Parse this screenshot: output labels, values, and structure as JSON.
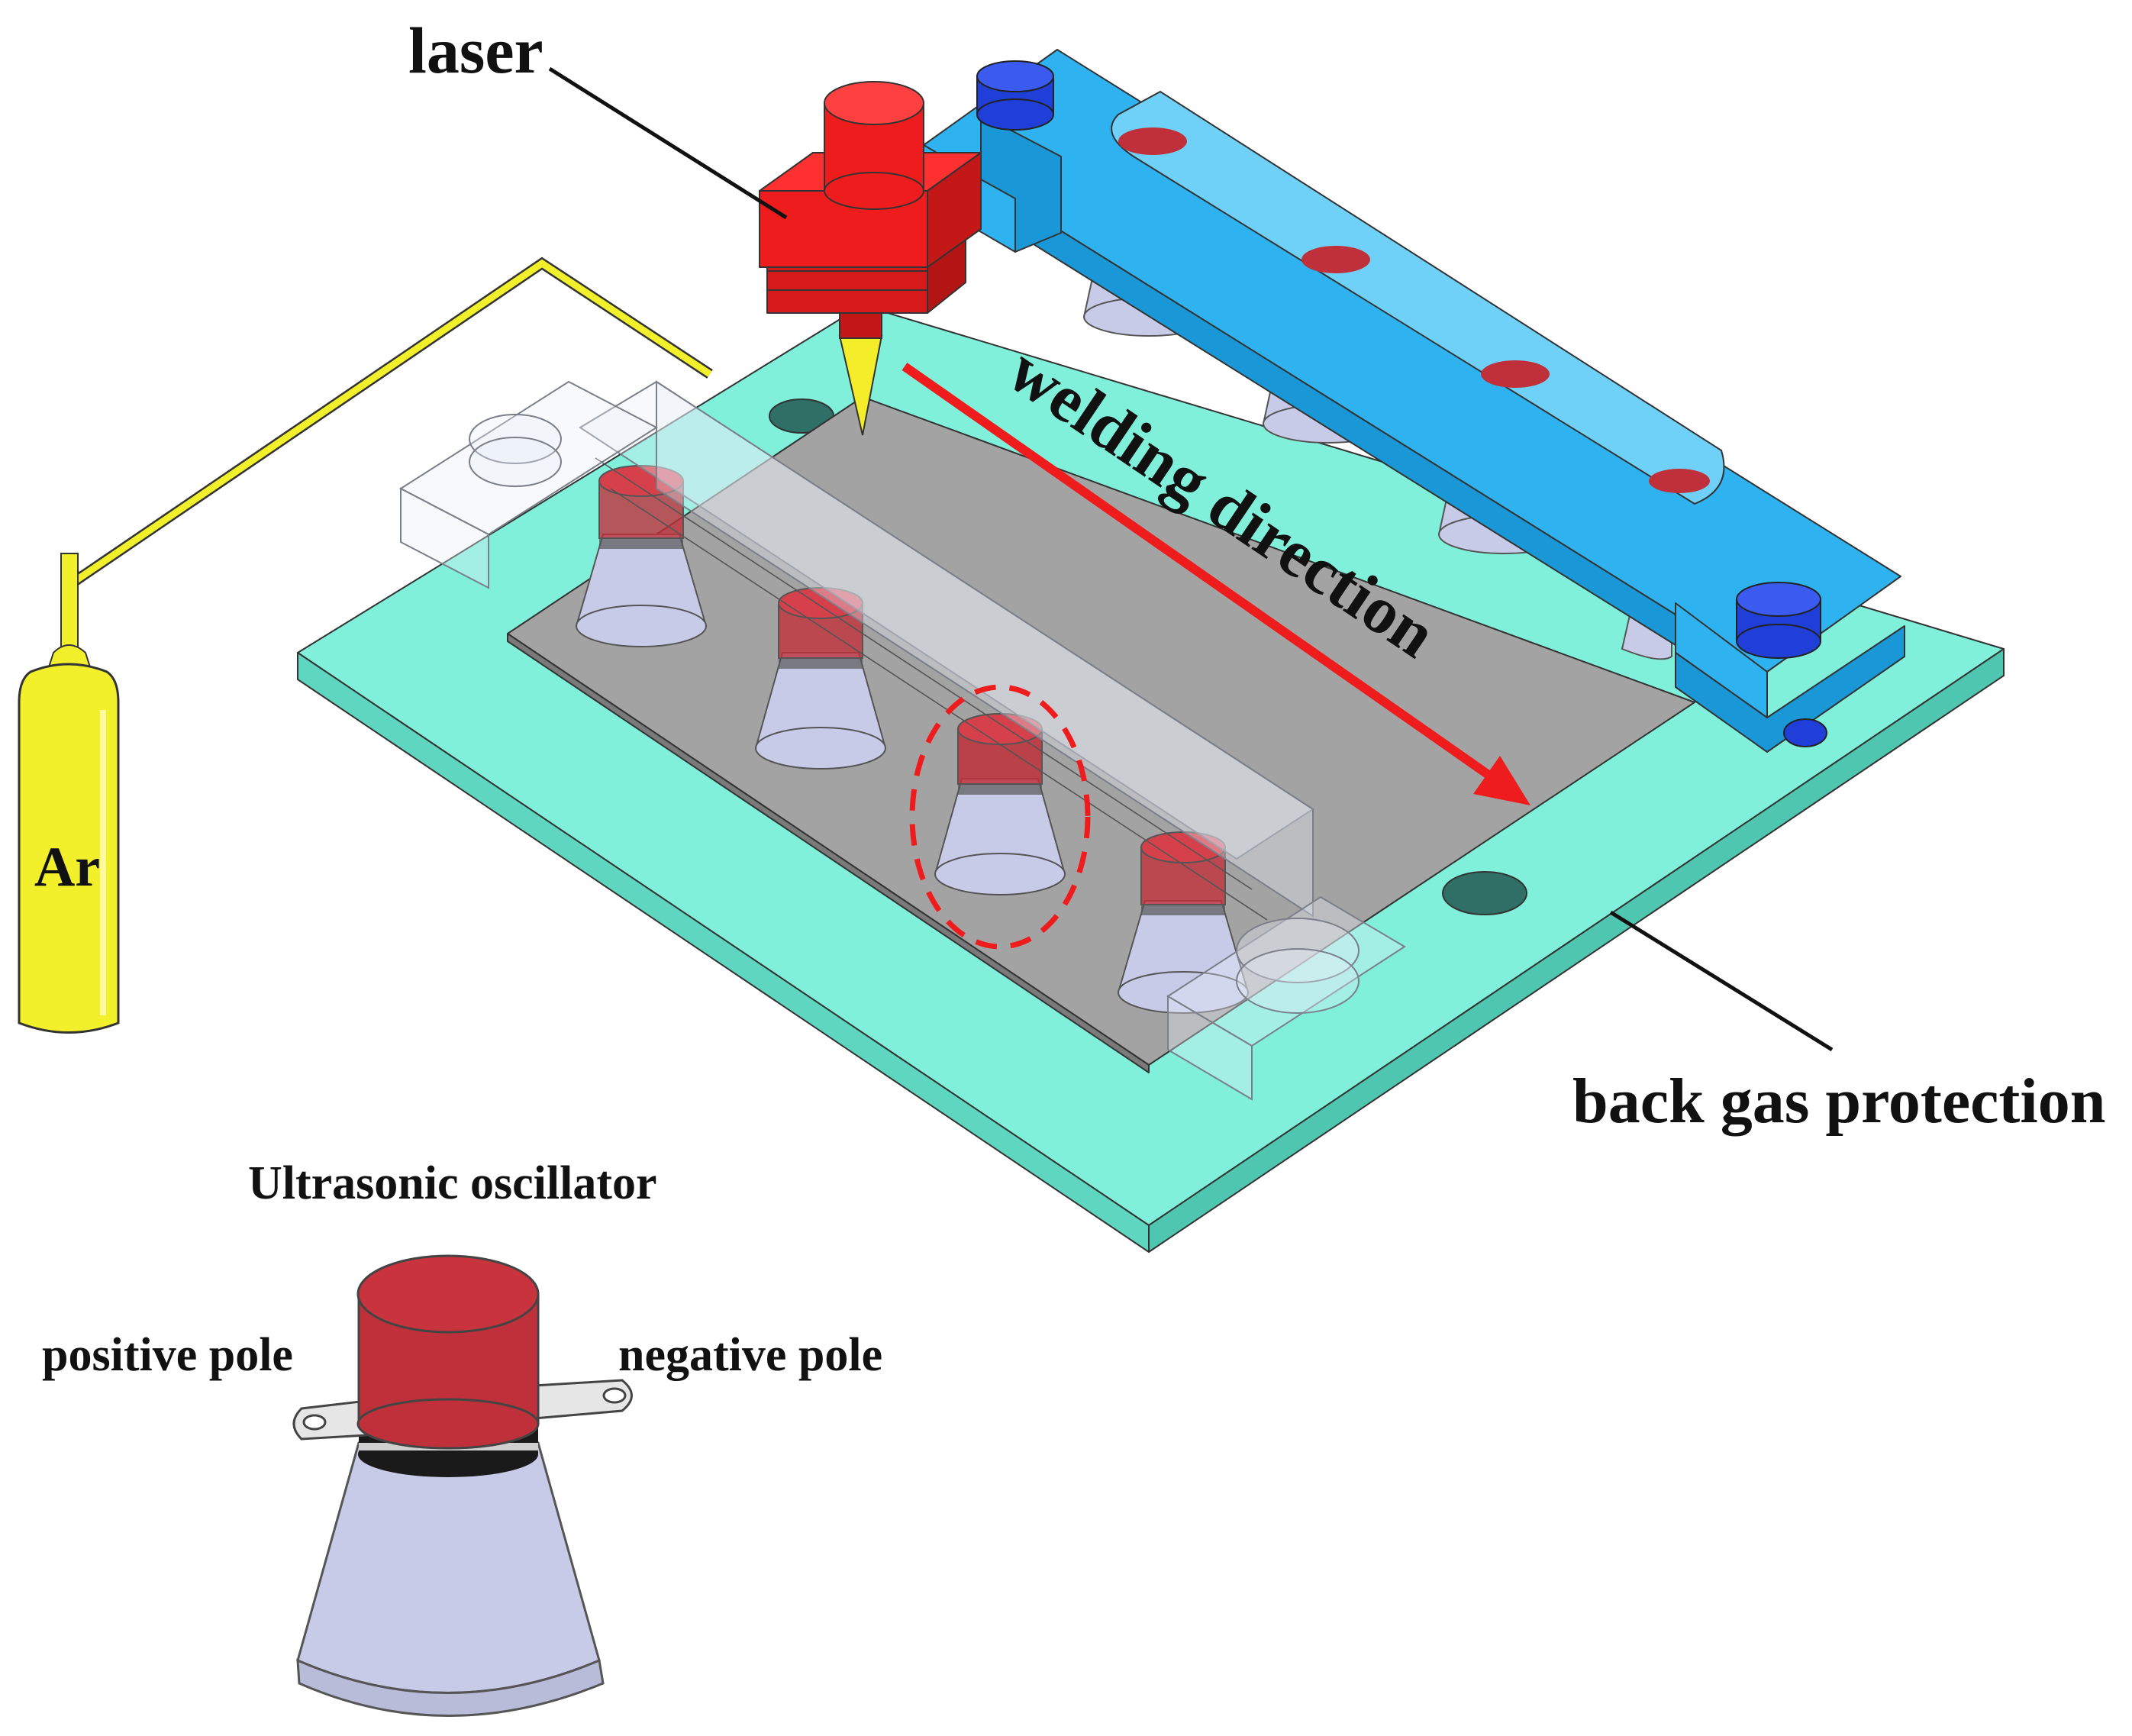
{
  "labels": {
    "laser": "laser",
    "welding_direction": "welding direction",
    "ar": "Ar",
    "back_gas_protection": "back gas protection",
    "ultrasonic_oscillator": "Ultrasonic oscillator",
    "positive_pole": "positive pole",
    "negative_pole": "negative pole"
  },
  "colors": {
    "base_plate": "#80f0da",
    "base_plate_edge": "#4fc7b0",
    "workpiece": "#a3a3a3",
    "clamp_blue": "#2fb3f0",
    "bolt_blue": "#1f3fd8",
    "laser_red": "#ee1c1c",
    "laser_beam": "#f4ee2a",
    "argon_bottle": "#f2ef2b",
    "oscillator_cap": "#c0303a",
    "oscillator_horn": "#c8cbe8",
    "arrow_red": "#ee1c1c"
  }
}
